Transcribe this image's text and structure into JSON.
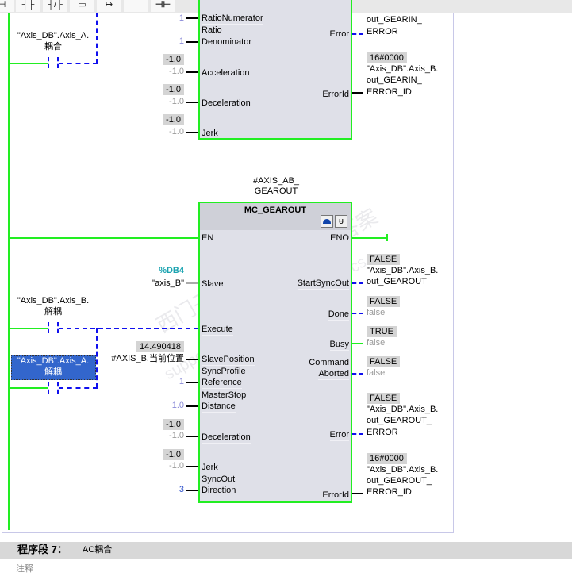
{
  "toolbar": {
    "buttons": [
      {
        "icon": "contact-icon",
        "glyph": "⊣"
      },
      {
        "icon": "contact-open-icon",
        "glyph": "┤├"
      },
      {
        "icon": "contact-closed-icon",
        "glyph": "┤/├"
      },
      {
        "icon": "box-icon",
        "glyph": "▭"
      },
      {
        "icon": "branch-open-icon",
        "glyph": "↦"
      },
      {
        "icon": "branch-close-icon",
        "glyph": ""
      },
      {
        "icon": "coil-icon",
        "glyph": "⊣⊢"
      }
    ]
  },
  "gearin": {
    "inputs": {
      "ratio_numerator": {
        "label": "RatioNumerator",
        "value": "1"
      },
      "ratio_denominator": {
        "label1": "Ratio",
        "label2": "Denominator",
        "value": "1"
      },
      "acceleration": {
        "label": "Acceleration",
        "monitor": "-1.0",
        "value": "-1.0"
      },
      "deceleration": {
        "label": "Deceleration",
        "monitor": "-1.0",
        "value": "-1.0"
      },
      "jerk": {
        "label": "Jerk",
        "monitor": "-1.0",
        "value": "-1.0"
      }
    },
    "outputs": {
      "error": {
        "label": "Error",
        "var1": "out_GEARIN_",
        "var2": "ERROR"
      },
      "error_id": {
        "label": "ErrorId",
        "monitor": "16#0000",
        "var1": "\"Axis_DB\".Axis_B.",
        "var2": "out_GEARIN_",
        "var3": "ERROR_ID"
      }
    }
  },
  "contact_coupling": {
    "line1": "\"Axis_DB\".Axis_A.",
    "line2": "耦合"
  },
  "gearout": {
    "instance1": "#AXIS_AB_",
    "instance2": "GEAROUT",
    "title": "MC_GEAROUT",
    "inputs": {
      "en": "EN",
      "slave": {
        "label": "Slave",
        "db": "%DB4",
        "value": "\"axis_B\""
      },
      "execute": "Execute",
      "slave_position": {
        "label": "SlavePosition",
        "monitor": "14.490418",
        "value": "#AXIS_B.当前位置"
      },
      "reference": {
        "label1": "SyncProfile",
        "label2": "Reference",
        "value": "1"
      },
      "distance": {
        "label1": "MasterStop",
        "label2": "Distance",
        "value": "1.0"
      },
      "deceleration": {
        "label": "Deceleration",
        "monitor": "-1.0",
        "value": "-1.0"
      },
      "jerk": {
        "label": "Jerk",
        "monitor": "-1.0",
        "value": "-1.0"
      },
      "direction": {
        "label1": "SyncOut",
        "label2": "Direction",
        "value": "3"
      }
    },
    "outputs": {
      "eno": "ENO",
      "start_sync_out": {
        "label": "StartSyncOut",
        "monitor": "FALSE",
        "var1": "\"Axis_DB\".Axis_B.",
        "var2": "out_GEAROUT"
      },
      "done": {
        "label": "Done",
        "monitor": "FALSE",
        "value": "false"
      },
      "busy": {
        "label": "Busy",
        "monitor": "TRUE",
        "value": "false"
      },
      "command_aborted": {
        "label1": "Command",
        "label2": "Aborted",
        "monitor": "FALSE",
        "value": "false"
      },
      "error": {
        "label": "Error",
        "monitor": "FALSE",
        "var1": "\"Axis_DB\".Axis_B.",
        "var2": "out_GEAROUT_",
        "var3": "ERROR"
      },
      "error_id": {
        "label": "ErrorId",
        "monitor": "16#0000",
        "var1": "\"Axis_DB\".Axis_B.",
        "var2": "out_GEAROUT_",
        "var3": "ERROR_ID"
      }
    }
  },
  "contact_decouple_b": {
    "line1": "\"Axis_DB\".Axis_B.",
    "line2": "解耦"
  },
  "contact_decouple_a": {
    "line1": "\"Axis_DB\".Axis_A.",
    "line2": "解耦",
    "selected": true
  },
  "network7": {
    "label": "程序段 7：",
    "title": "AC耦合",
    "comment_placeholder": "注释"
  },
  "watermark": {
    "text1": "西门子工业",
    "text2": "support.industry.siemens.com/cs",
    "text3": "找答案"
  },
  "colors": {
    "power_flow": "#22ee22",
    "not_powered": "#1010ee",
    "block_fill": "#dfe0e8",
    "selection": "#3366cc"
  }
}
